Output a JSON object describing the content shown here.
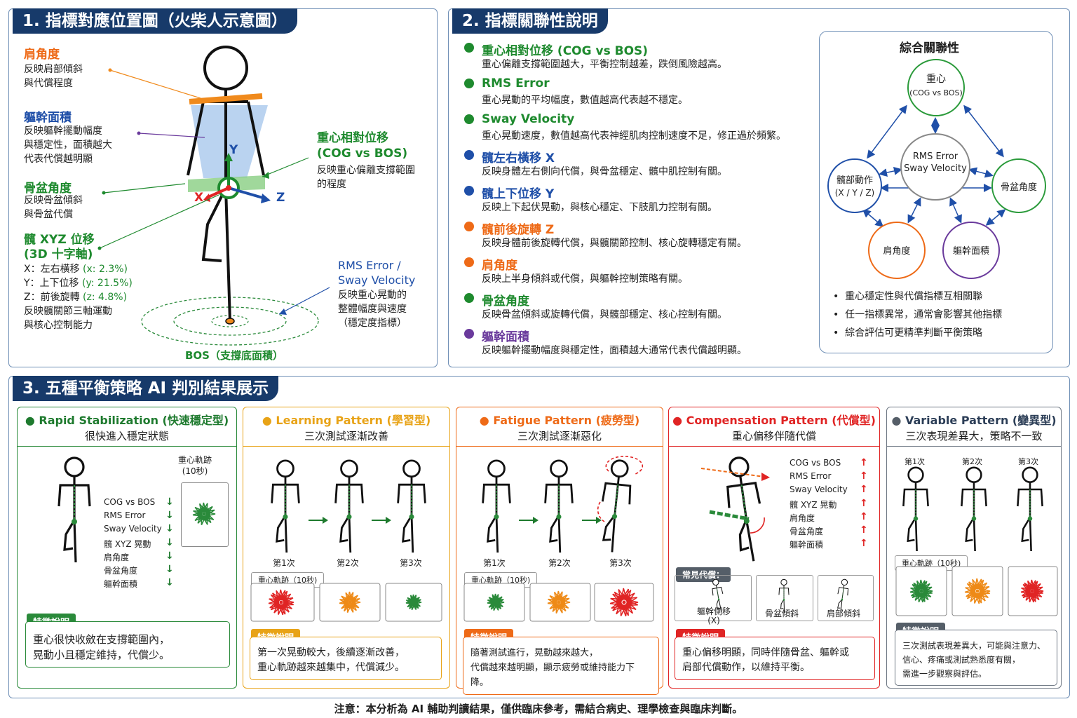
{
  "s1": {
    "header": "1. 指標對應位置圖（火柴人示意圖）",
    "shoulder": {
      "title": "肩角度",
      "desc1": "反映肩部傾斜",
      "desc2": "與代償程度"
    },
    "trunk": {
      "title": "軀幹面積",
      "desc1": "反映軀幹擺動幅度",
      "desc2": "與穩定性，面積越大",
      "desc3": "代表代償越明顯"
    },
    "pelvis": {
      "title": "骨盆角度",
      "desc1": "反映骨盆傾斜",
      "desc2": "與骨盆代償"
    },
    "hip": {
      "title1": "髖 XYZ 位移",
      "title2": "(3D 十字軸)",
      "x": "X：左右橫移",
      "xv": "(x: 2.3%)",
      "y": "Y：上下位移",
      "yv": "(y: 21.5%)",
      "z": "Z：前後旋轉",
      "zv": "(z: 4.8%)",
      "desc1": "反映髖關節三軸運動",
      "desc2": "與核心控制能力"
    },
    "cog": {
      "title1": "重心相對位移",
      "title2": "(COG vs BOS)",
      "desc1": "反映重心偏離支撐範圍",
      "desc2": "的程度"
    },
    "rms": {
      "title1": "RMS Error /",
      "title2": "Sway Velocity",
      "desc1": "反映重心晃動的",
      "desc2": "整體幅度與速度",
      "desc3": "（穩定度指標）"
    },
    "bos": "BOS（支撐底面積）",
    "axes": {
      "x": "X",
      "y": "Y",
      "z": "Z"
    }
  },
  "s2": {
    "header": "2. 指標關聯性說明",
    "items": [
      {
        "title": "重心相對位移 (COG vs BOS)",
        "desc": "重心偏離支撐範圍越大，平衡控制越差，跌倒風險越高。",
        "color": "#1e8a2e"
      },
      {
        "title": "RMS Error",
        "desc": "重心晃動的平均幅度，數值越高代表越不穩定。",
        "color": "#1e8a2e"
      },
      {
        "title": "Sway Velocity",
        "desc": "重心晃動速度，數值越高代表神經肌肉控制速度不足，修正過於頻繁。",
        "color": "#1e8a2e"
      },
      {
        "title": "髖左右橫移 X",
        "desc": "反映身體左右側向代償，與骨盆穩定、髖中肌控制有關。",
        "color": "#1f4fa8"
      },
      {
        "title": "髖上下位移 Y",
        "desc": "反映上下起伏晃動，與核心穩定、下肢肌力控制有關。",
        "color": "#1f4fa8"
      },
      {
        "title": "髖前後旋轉 Z",
        "desc": "反映身體前後旋轉代償，與髖關節控制、核心旋轉穩定有關。",
        "color": "#ee6a17"
      },
      {
        "title": "肩角度",
        "desc": "反映上半身傾斜或代償，與軀幹控制策略有關。",
        "color": "#ee6a17"
      },
      {
        "title": "骨盆角度",
        "desc": "反映骨盆傾斜或旋轉代償，與髖部穩定、核心控制有關。",
        "color": "#1e8a2e"
      },
      {
        "title": "軀幹面積",
        "desc": "反映軀幹擺動幅度與穩定性，面積越大通常代表代償越明顯。",
        "color": "#6a3a9c"
      }
    ],
    "network": {
      "title": "綜合關聯性",
      "cog1": "重心",
      "cog2": "(COG vs BOS)",
      "rms1": "RMS Error",
      "rms2": "Sway Velocity",
      "hip1": "髖部動作",
      "hip2": "(X / Y / Z)",
      "pelvis": "骨盆角度",
      "shoulder": "肩角度",
      "trunk": "軀幹面積",
      "bullets": [
        "重心穩定性與代償指標互相關聯",
        "任一指標異常，通常會影響其他指標",
        "綜合評估可更精準判斷平衡策略"
      ]
    }
  },
  "s3": {
    "header": "3. 五種平衡策略 AI 判別結果展示",
    "tag": "特徵說明",
    "trace_label": "重心軌跡（10秒)",
    "trial1": "第1次",
    "trial2": "第2次",
    "trial3": "第3次",
    "rapid": {
      "title": "Rapid Stabilization (快速穩定型)",
      "sub": "很快進入穩定狀態",
      "trace1": "重心軌跡",
      "trace2": "(10秒)",
      "metrics": [
        "COG vs BOS",
        "RMS Error",
        "Sway Velocity",
        "髖 XYZ 晃動",
        "肩角度",
        "骨盆角度",
        "軀幹面積"
      ],
      "arrow": "↓",
      "desc1": "重心很快收斂在支撐範圍內，",
      "desc2": "晃動小且穩定維持，代償少。"
    },
    "learning": {
      "title": "Learning Pattern (學習型)",
      "sub": "三次測試逐漸改善",
      "desc1": "第一次晃動較大，後續逐漸改善，",
      "desc2": "重心軌跡越來越集中，代償減少。"
    },
    "fatigue": {
      "title": "Fatigue Pattern (疲勞型)",
      "sub": "三次測試逐漸惡化",
      "desc1": "隨著測試進行，晃動越來越大，",
      "desc2": "代償越來越明顯，顯示疲勞或維持能力下降。"
    },
    "compensation": {
      "title": "Compensation Pattern (代償型)",
      "sub": "重心偏移伴隨代償",
      "metrics": [
        "COG vs BOS",
        "RMS Error",
        "Sway Velocity",
        "髖 XYZ 晃動",
        "肩角度",
        "骨盆角度",
        "軀幹面積"
      ],
      "arrow": "↑",
      "common": "常見代償：",
      "comp1a": "軀幹側移",
      "comp1b": "(X)",
      "comp2": "骨盆傾斜",
      "comp3": "肩部傾斜",
      "desc1": "重心偏移明顯，同時伴隨骨盆、軀幹或",
      "desc2": "肩部代償動作，以維持平衡。"
    },
    "variable": {
      "title": "Variable Pattern (變異型)",
      "sub": "三次表現差異大，策略不一致",
      "trace": "重心軌跡（10秒)",
      "desc1": "三次測試表現差異大，可能與注意力、",
      "desc2": "信心、疼痛或測試熟悉度有關，",
      "desc3": "需進一步觀察與評估。"
    }
  },
  "footer": "注意：本分析為 AI 輔助判讀結果，僅供臨床參考，需結合病史、理學檢查與臨床判斷。",
  "colors": {
    "navy": "#173a6a",
    "green": "#1e8a2e",
    "orange": "#ee6a17",
    "red": "#e02424",
    "gold": "#e8a317",
    "gray": "#555e68",
    "purple": "#6a3a9c",
    "blue": "#1f4fa8"
  }
}
